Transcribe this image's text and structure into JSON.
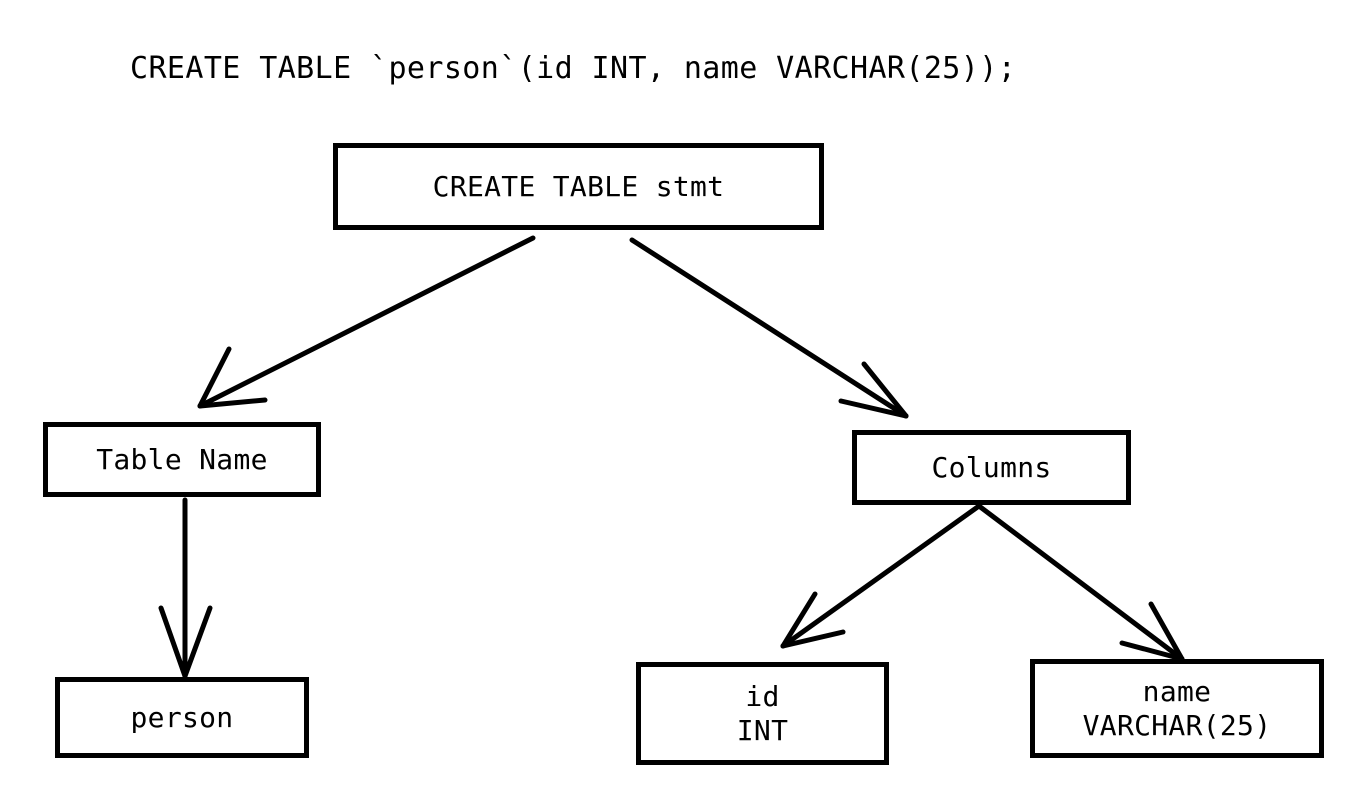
{
  "diagram": {
    "title": "CREATE TABLE `person`(id INT, name VARCHAR(25));",
    "background_color": "#ffffff",
    "stroke_color": "#000000",
    "type": "parse-tree",
    "nodes": [
      {
        "id": "root",
        "lines": [
          "CREATE TABLE stmt"
        ]
      },
      {
        "id": "tablename",
        "lines": [
          "Table Name"
        ]
      },
      {
        "id": "person",
        "lines": [
          "person"
        ]
      },
      {
        "id": "columns",
        "lines": [
          "Columns"
        ]
      },
      {
        "id": "col_id",
        "lines": [
          "id",
          "INT"
        ]
      },
      {
        "id": "col_name",
        "lines": [
          "name",
          "VARCHAR(25)"
        ]
      }
    ],
    "edges": [
      {
        "from": "root",
        "to": "tablename",
        "arrowhead": "open-v"
      },
      {
        "from": "root",
        "to": "columns",
        "arrowhead": "open-v"
      },
      {
        "from": "tablename",
        "to": "person",
        "arrowhead": "open-v"
      },
      {
        "from": "columns",
        "to": "col_id",
        "arrowhead": "open-v"
      },
      {
        "from": "columns",
        "to": "col_name",
        "arrowhead": "open-v"
      }
    ]
  }
}
